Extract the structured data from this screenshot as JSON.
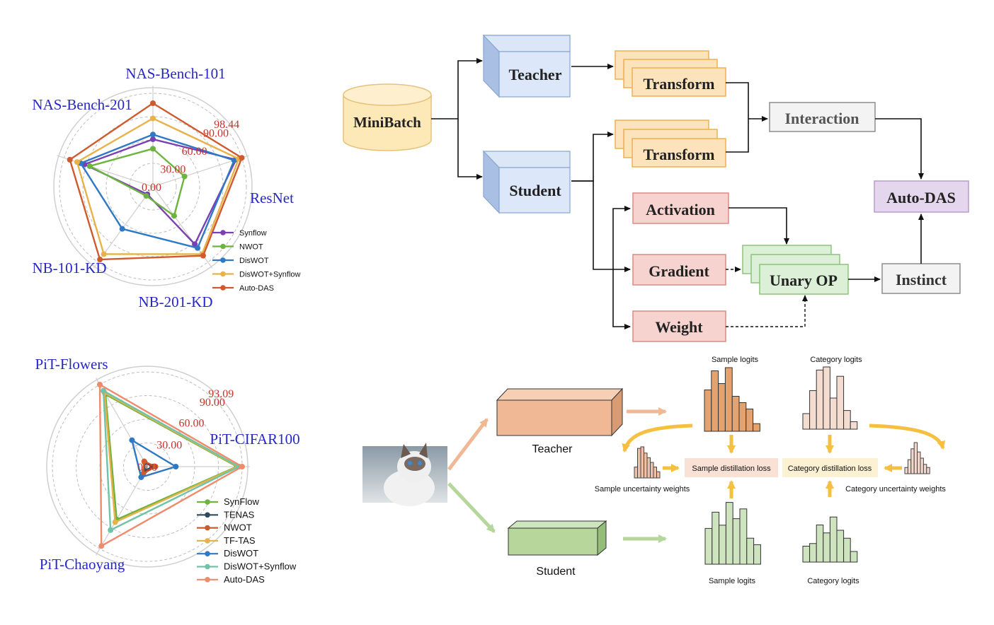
{
  "radar_top": {
    "axes": [
      "NAS-Bench-101",
      "ResNet",
      "NB-201-KD",
      "NB-101-KD",
      "NAS-Bench-201"
    ],
    "ring_labels": [
      "0.00",
      "30.00",
      "60.00",
      "90.00",
      "98.44"
    ],
    "max": 98.44,
    "series": [
      {
        "name": "Synflow",
        "color": "#7b3fb4",
        "values": [
          50,
          92,
          75,
          10,
          76
        ]
      },
      {
        "name": "NWOT",
        "color": "#6db33f",
        "values": [
          40,
          35,
          38,
          12,
          70
        ]
      },
      {
        "name": "DisWOT",
        "color": "#2f78c4",
        "values": [
          55,
          90,
          80,
          55,
          80
        ]
      },
      {
        "name": "DisWOT+Synflow",
        "color": "#e8b24a",
        "values": [
          72,
          95,
          88,
          88,
          84
        ]
      },
      {
        "name": "Auto-DAS",
        "color": "#cf5a2e",
        "values": [
          88,
          98.44,
          90,
          95,
          92
        ]
      }
    ]
  },
  "radar_bottom": {
    "axes": [
      "PiT-CIFAR100",
      "PiT-Chaoyang",
      "PiT-Flowers"
    ],
    "ring_labels": [
      "0.00",
      "30.00",
      "60.00",
      "90.00",
      "93.09"
    ],
    "max": 93.09,
    "series": [
      {
        "name": "SynFlow",
        "color": "#6db33f",
        "values": [
          88,
          60,
          82
        ]
      },
      {
        "name": "TENAS",
        "color": "#2d4b5f",
        "values": [
          5,
          5,
          5
        ]
      },
      {
        "name": "NWOT",
        "color": "#cf5a2e",
        "values": [
          8,
          8,
          6
        ]
      },
      {
        "name": "TF-TAS",
        "color": "#e8b24a",
        "values": [
          89,
          63,
          84
        ]
      },
      {
        "name": "DisWOT",
        "color": "#2f78c4",
        "values": [
          28,
          12,
          30
        ]
      },
      {
        "name": "DisWOT+Synflow",
        "color": "#6fc3a8",
        "values": [
          90,
          72,
          86
        ]
      },
      {
        "name": "Auto-DAS",
        "color": "#ee8b6a",
        "values": [
          93.09,
          90,
          93.09
        ]
      }
    ]
  },
  "pipeline": {
    "minibatch": "MiniBatch",
    "teacher": "Teacher",
    "student": "Student",
    "transform_top": "Transform",
    "transform_bottom": "Transform",
    "interaction": "Interaction",
    "auto_das": "Auto-DAS",
    "activation": "Activation",
    "gradient": "Gradient",
    "weight": "Weight",
    "unary_op": "Unary OP",
    "instinct": "Instinct"
  },
  "distill": {
    "teacher": "Teacher",
    "student": "Student",
    "sample_logits_top": "Sample logits",
    "category_logits_top": "Category logits",
    "sample_logits_bottom": "Sample logits",
    "category_logits_bottom": "Category logits",
    "sample_loss": "Sample distillation loss",
    "category_loss": "Category distillation loss",
    "sample_weights": "Sample uncertainty weights",
    "category_weights": "Category uncertainty weights",
    "sample_hist": [
      0.65,
      0.95,
      0.75,
      1.0,
      0.55,
      0.45,
      0.35,
      0.12
    ],
    "category_hist": [
      0.25,
      0.62,
      0.95,
      1.0,
      0.5,
      0.85,
      0.3,
      0.12
    ],
    "sample_student_hist": [
      0.55,
      0.8,
      0.6,
      0.95,
      0.7,
      0.85,
      0.4,
      0.3
    ],
    "category_student_hist": [
      0.3,
      0.35,
      0.7,
      0.55,
      0.85,
      0.6,
      0.45,
      0.2
    ],
    "colors": {
      "teacher": "#f0b894",
      "student": "#b6d69c",
      "arrow": "#f5c042",
      "sample_bar": "#e4a36e",
      "category_bar": "#f4ddd0",
      "student_bar": "#cde4bf"
    }
  }
}
